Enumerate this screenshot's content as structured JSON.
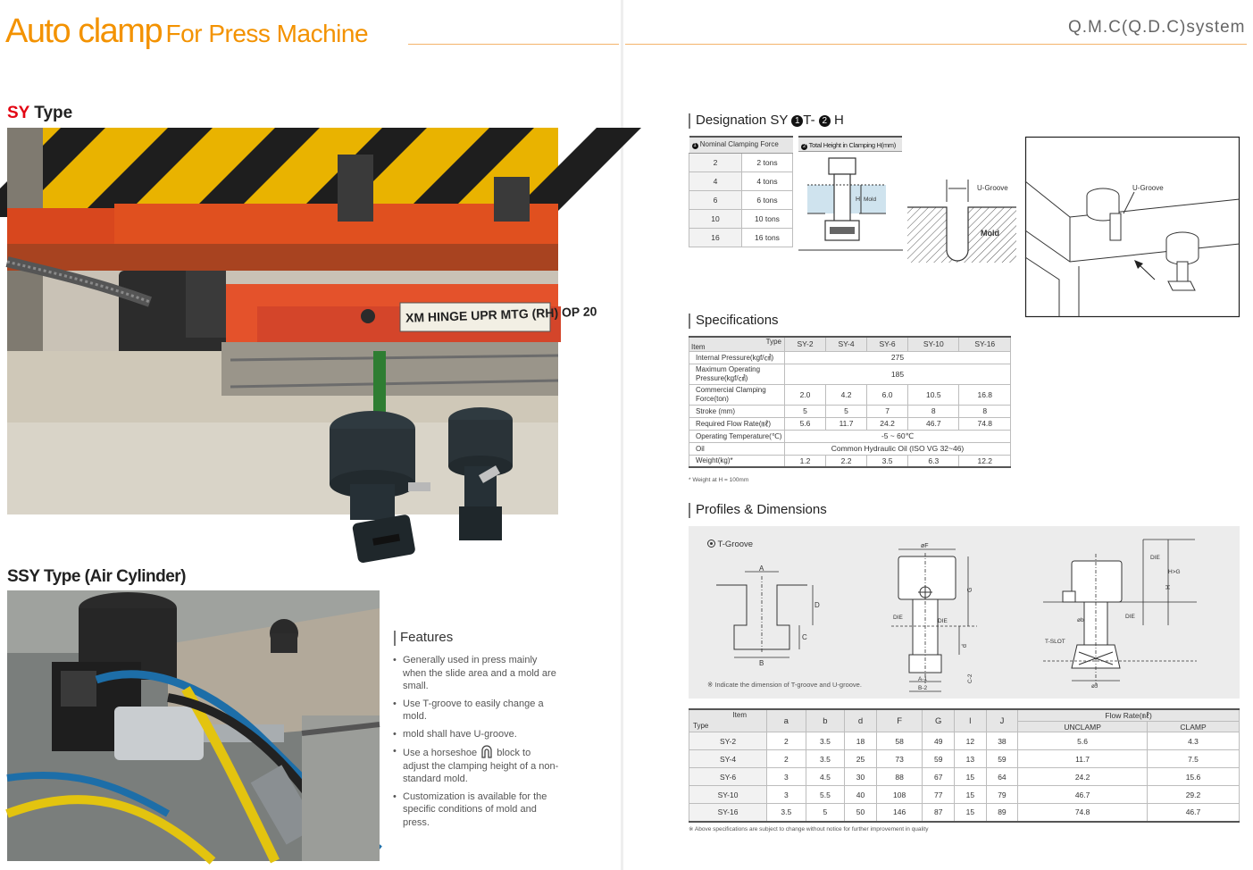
{
  "header": {
    "title_main": "Auto clamp",
    "title_sub": "For Press Machine",
    "system_name": "Q.M.C(Q.D.C)system"
  },
  "left": {
    "sy_heading_red": "SY",
    "sy_heading_rest": " Type",
    "photo_label": "XM HINGE UPR MTG (RH) OP 20",
    "ssy_heading": "SSY Type (Air Cylinder)"
  },
  "features": {
    "title": "Features",
    "items": [
      "Generally used in press mainly when the slide area and a mold are small.",
      "Use T-groove to easily change a mold.",
      "mold shall have U-groove.",
      "adjust the clamping height of a non-standard mold.",
      "Customization is available for the specific conditions of mold and press."
    ],
    "horseshoe_pre": "Use a horseshoe",
    "horseshoe_post": " block to"
  },
  "designation": {
    "title": "Designation SY ",
    "n1": "1",
    "mid": "T- ",
    "n2": "2",
    "tail": " H",
    "col1_header": "Nominal Clamping Force",
    "col2_header": "Total Height in Clamping H(mm)",
    "rows": [
      {
        "code": "2",
        "value": "2 tons"
      },
      {
        "code": "4",
        "value": "4 tons"
      },
      {
        "code": "6",
        "value": "6 tons"
      },
      {
        "code": "10",
        "value": "10 tons"
      },
      {
        "code": "16",
        "value": "16 tons"
      }
    ],
    "h_label": "H",
    "mold_label": "Mold",
    "ugroove_label": "U-Groove",
    "mold_label2": "Mold",
    "ugroove_label2": "U-Groove"
  },
  "specs": {
    "title": "Specifications",
    "header_item": "Item",
    "header_type": "Type",
    "types": [
      "SY-2",
      "SY-4",
      "SY-6",
      "SY-10",
      "SY-16"
    ],
    "rows": [
      {
        "label": "Internal Pressure(kgf/㎠)",
        "span": "275"
      },
      {
        "label": "Maximum Operating Pressure(kgf/㎠)",
        "span": "185"
      },
      {
        "label": "Commercial Clamping Force(ton)",
        "values": [
          "2.0",
          "4.2",
          "6.0",
          "10.5",
          "16.8"
        ]
      },
      {
        "label": "Stroke (mm)",
        "values": [
          "5",
          "5",
          "7",
          "8",
          "8"
        ]
      },
      {
        "label": "Required Flow Rate(㎖)",
        "values": [
          "5.6",
          "11.7",
          "24.2",
          "46.7",
          "74.8"
        ]
      },
      {
        "label": "Operating Temperature(℃)",
        "span": "-5 ~ 60℃"
      },
      {
        "label": "Oil",
        "span": "Common Hydraulic Oil (ISO VG 32~46)"
      },
      {
        "label": "Weight(kg)*",
        "values": [
          "1.2",
          "2.2",
          "3.5",
          "6.3",
          "12.2"
        ]
      }
    ],
    "footnote": "* Weight at H = 100mm"
  },
  "profiles": {
    "title": "Profiles & Dimensions",
    "tgroove_label": "T-Groove",
    "note": "※ Indicate the dimension of T-groove and U-groove.",
    "labels": {
      "A": "A",
      "B": "B",
      "C": "C",
      "D": "D",
      "phiF": "øF",
      "G": "G",
      "d": "d",
      "die": "DIE",
      "a": "a",
      "HG": "H>G",
      "H": "H",
      "tslot": "T-SLOT",
      "phiJ": "øJ",
      "A1": "A-1",
      "B2": "B-2",
      "C2": "C-2",
      "l": "l",
      "b": "b",
      "phib": "øb"
    }
  },
  "dims": {
    "header_item": "Item",
    "header_type": "Type",
    "cols": [
      "a",
      "b",
      "d",
      "F",
      "G",
      "l",
      "J"
    ],
    "flow_header": "Flow Rate(㎖)",
    "flow_cols": [
      "UNCLAMP",
      "CLAMP"
    ],
    "rows": [
      {
        "type": "SY-2",
        "values": [
          "2",
          "3.5",
          "18",
          "58",
          "49",
          "12",
          "38",
          "5.6",
          "4.3"
        ]
      },
      {
        "type": "SY-4",
        "values": [
          "2",
          "3.5",
          "25",
          "73",
          "59",
          "13",
          "59",
          "11.7",
          "7.5"
        ]
      },
      {
        "type": "SY-6",
        "values": [
          "3",
          "4.5",
          "30",
          "88",
          "67",
          "15",
          "64",
          "24.2",
          "15.6"
        ]
      },
      {
        "type": "SY-10",
        "values": [
          "3",
          "5.5",
          "40",
          "108",
          "77",
          "15",
          "79",
          "46.7",
          "29.2"
        ]
      },
      {
        "type": "SY-16",
        "values": [
          "3.5",
          "5",
          "50",
          "146",
          "87",
          "15",
          "89",
          "74.8",
          "46.7"
        ]
      }
    ],
    "footnote": "※ Above specifications are subject to change without notice for further improvement in quality"
  },
  "colors": {
    "brand_orange": "#f39200",
    "red": "#e30613",
    "panel_gray": "#ececec",
    "header_gray": "#e6e6e6"
  }
}
